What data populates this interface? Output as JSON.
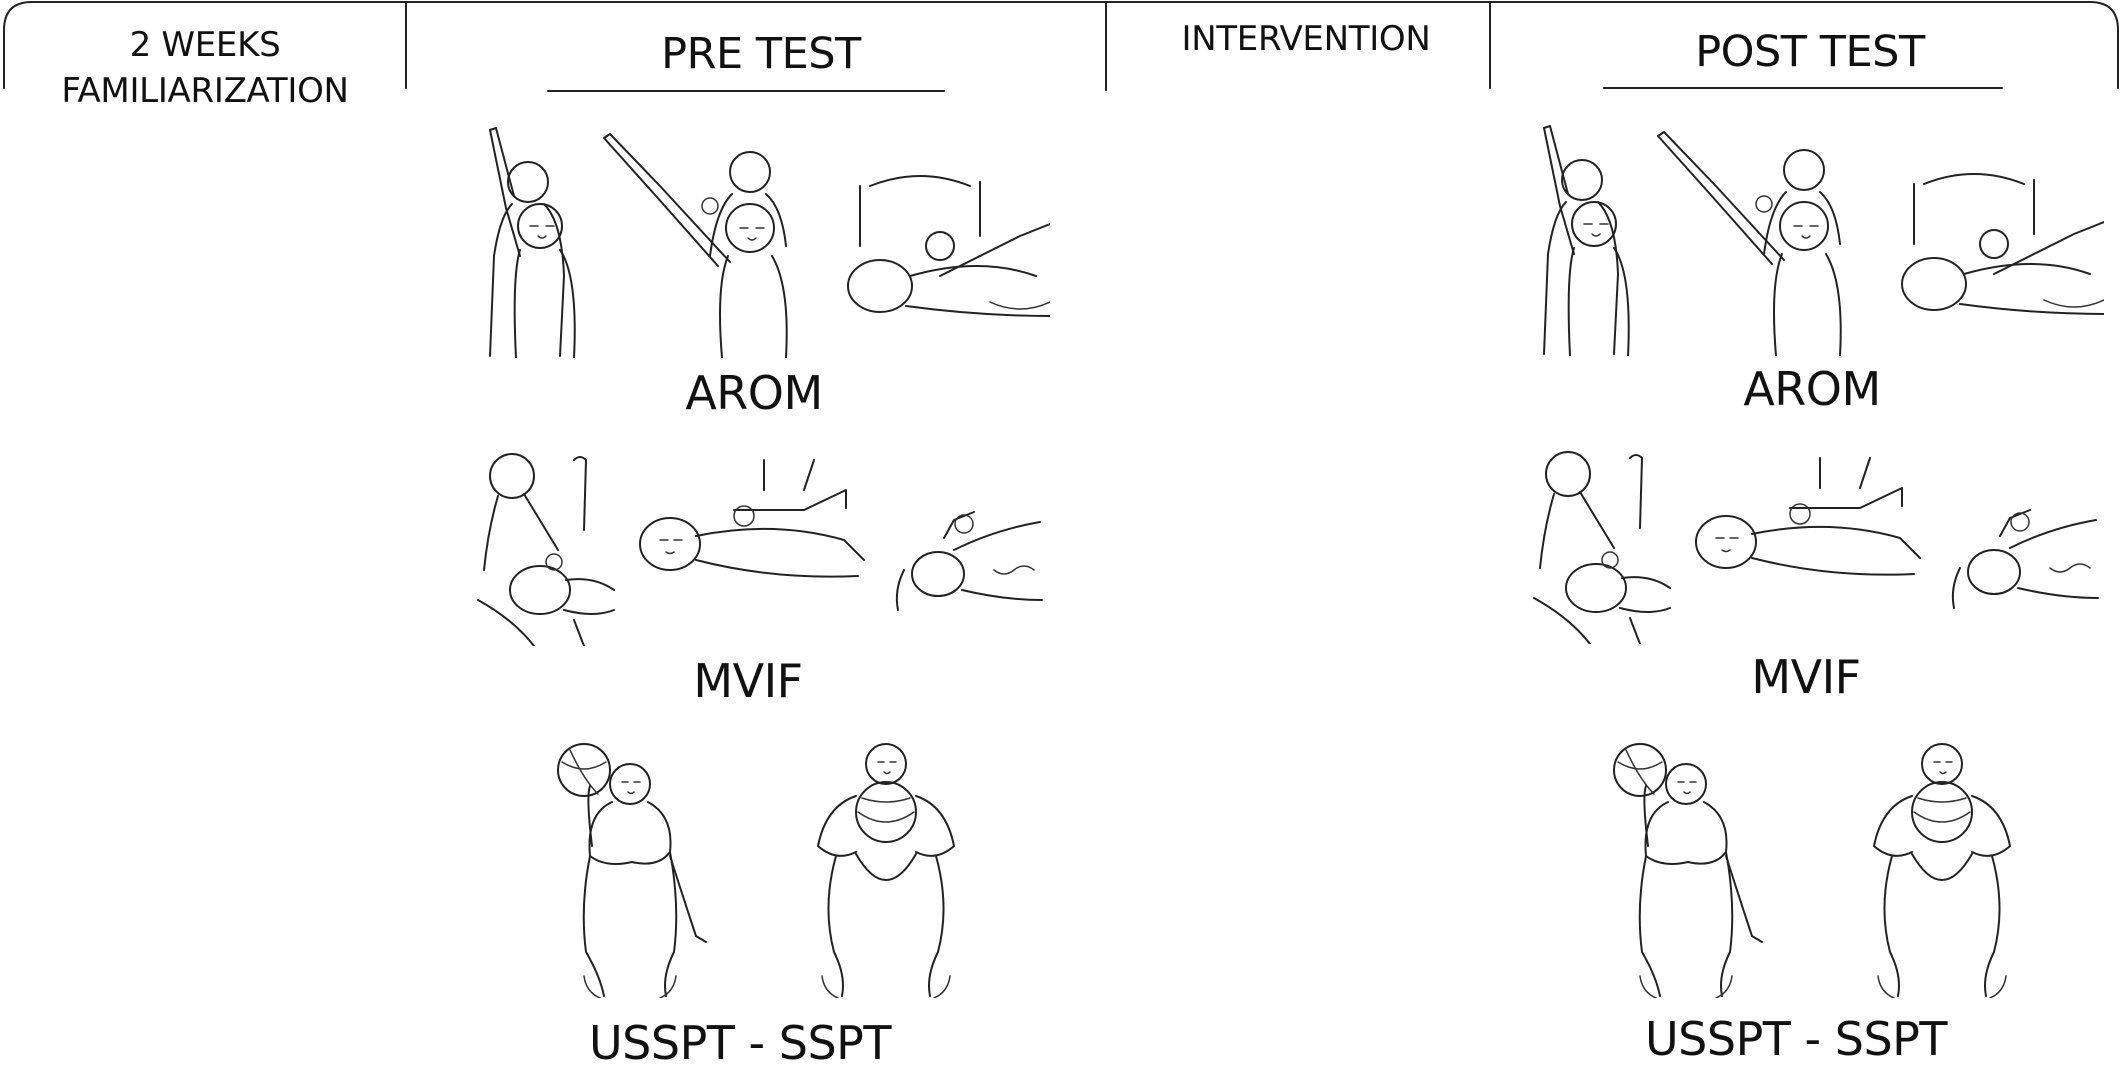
{
  "phases": {
    "familiarization": "2 WEEKS\nFAMILIARIZATION",
    "pre_test": "PRE TEST",
    "intervention": "INTERVENTION",
    "post_test": "POST TEST"
  },
  "pre_test_labels": {
    "arom": "AROM",
    "mvif": "MVIF",
    "ssp": "USSPT - SSPT"
  },
  "post_test_labels": {
    "arom": "AROM",
    "mvif": "MVIF",
    "ssp": "USSPT - SSPT"
  }
}
